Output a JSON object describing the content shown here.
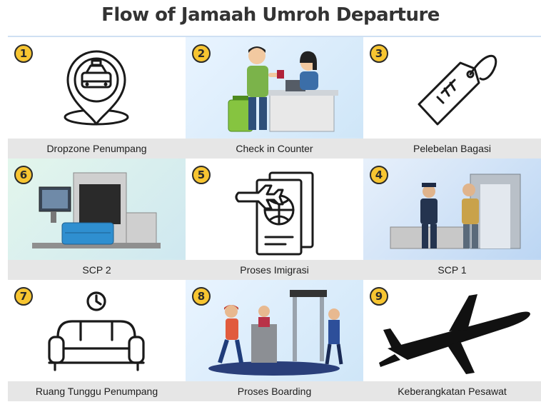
{
  "title": "Flow of Jamaah Umroh Departure",
  "steps": [
    {
      "number": "1",
      "label": "Dropzone Penumpang",
      "icon": "taxi-location-pin-icon"
    },
    {
      "number": "2",
      "label": "Check in Counter",
      "icon": "check-in-counter-illustration"
    },
    {
      "number": "3",
      "label": "Pelebelan Bagasi",
      "icon": "luggage-tag-icon"
    },
    {
      "number": "6",
      "label": "SCP 2",
      "icon": "xray-scanner-illustration"
    },
    {
      "number": "5",
      "label": "Proses Imigrasi",
      "icon": "passport-icon"
    },
    {
      "number": "4",
      "label": "SCP 1",
      "icon": "security-check-illustration"
    },
    {
      "number": "7",
      "label": "Ruang Tunggu Penumpang",
      "icon": "waiting-lounge-sofa-icon"
    },
    {
      "number": "8",
      "label": "Proses Boarding",
      "icon": "boarding-gate-illustration"
    },
    {
      "number": "9",
      "label": "Keberangkatan Pesawat",
      "icon": "airplane-takeoff-icon"
    }
  ]
}
